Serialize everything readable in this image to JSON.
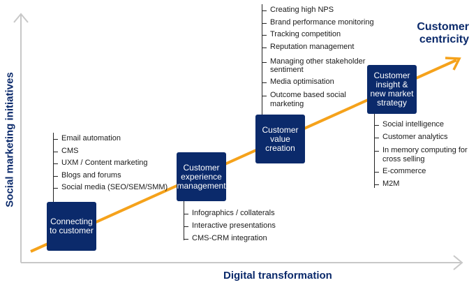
{
  "axes": {
    "y_label": "Social marketing initiatives",
    "x_label": "Digital transformation"
  },
  "customer_centricity": {
    "line1": "Customer",
    "line2": "centricity"
  },
  "boxes": {
    "connecting": {
      "line1": "Connecting",
      "line2": "to customer"
    },
    "experience": {
      "line1": "Customer",
      "line2": "experience",
      "line3": "management"
    },
    "value": {
      "line1": "Customer",
      "line2": "value",
      "line3": "creation"
    },
    "insight": {
      "line1": "Customer",
      "line2": "insight &",
      "line3": "new market",
      "line4": "strategy"
    }
  },
  "lists": {
    "connecting": [
      "Email automation",
      "CMS",
      "UXM / Content marketing",
      "Blogs and forums",
      "Social media (SEO/SEM/SMM)"
    ],
    "experience": [
      "Infographics / collaterals",
      "Interactive presentations",
      "CMS-CRM integration"
    ],
    "value": [
      "Creating high NPS",
      "Brand performance monitoring",
      "Tracking competition",
      "Reputation management",
      "Managing other stakeholder",
      "sentiment",
      "Media optimisation",
      "Outcome based social",
      "marketing"
    ],
    "insight": [
      "Social intelligence",
      "Customer analytics",
      "In memory computing for",
      "cross selling",
      "E-commerce",
      "M2M"
    ]
  },
  "colors": {
    "navy": "#0b2a6b",
    "arrow": "#f5a21b",
    "axis": "#c8c8c8"
  }
}
